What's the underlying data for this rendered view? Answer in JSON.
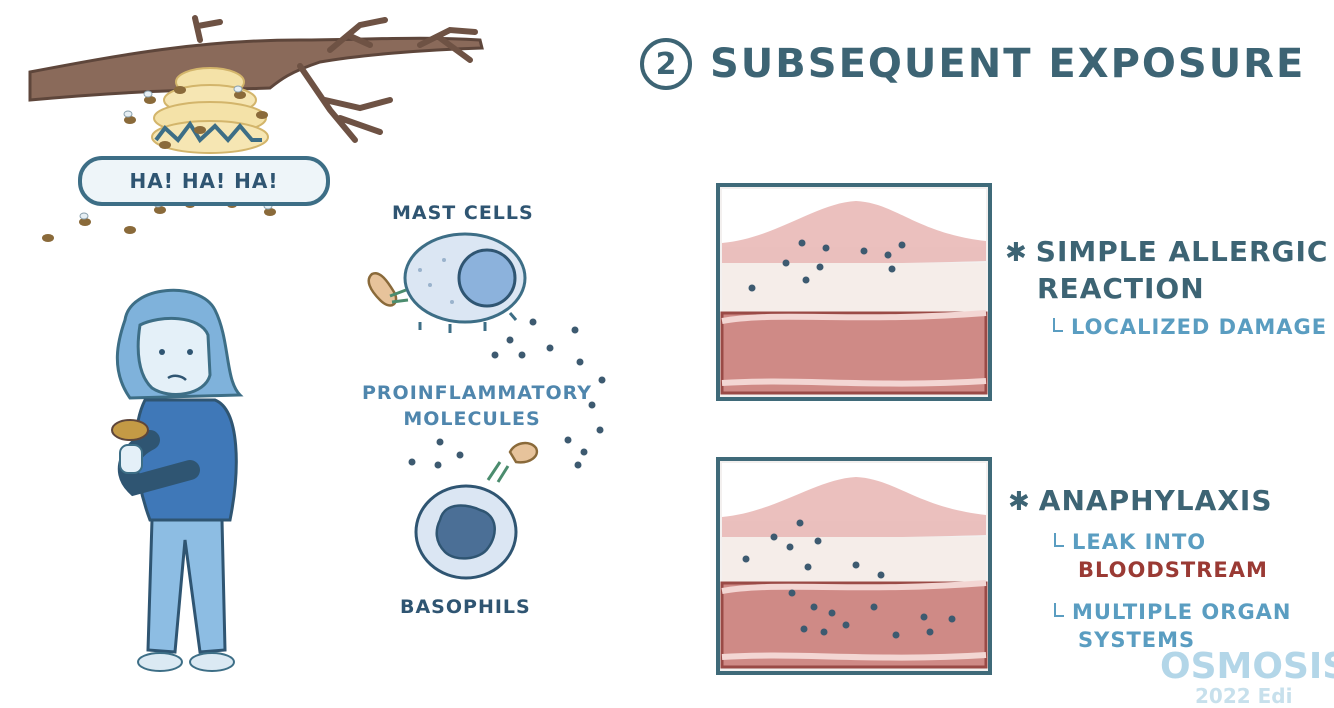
{
  "heading": {
    "number": "2",
    "title": "SUBSEQUENT EXPOSURE"
  },
  "speech": {
    "text": "HA! HA! HA!"
  },
  "cells": {
    "mast_label": "MAST CELLS",
    "molecules_label_line1": "PROINFLAMMATORY",
    "molecules_label_line2": "MOLECULES",
    "basophils_label": "BASOPHILS"
  },
  "reactions": {
    "simple": {
      "title_line1": "SIMPLE ALLERGIC",
      "title_line2": "REACTION",
      "sub": "LOCALIZED DAMAGE"
    },
    "anaphylaxis": {
      "title": "ANAPHYLAXIS",
      "sub1_line1": "LEAK INTO",
      "sub1_line2": "BLOODSTREAM",
      "sub2_line1": "MULTIPLE ORGAN",
      "sub2_line2": "SYSTEMS"
    }
  },
  "watermark": {
    "brand": "OSMOSIS",
    "edition": "2022 Edi"
  },
  "colors": {
    "heading": "#3d6474",
    "accent_blue": "#5a9dc1",
    "bloodstream_red": "#9a3a34",
    "frame": "#3f6a79",
    "skin_bump": "#e3a7a5",
    "vessel": "#c97b78"
  }
}
